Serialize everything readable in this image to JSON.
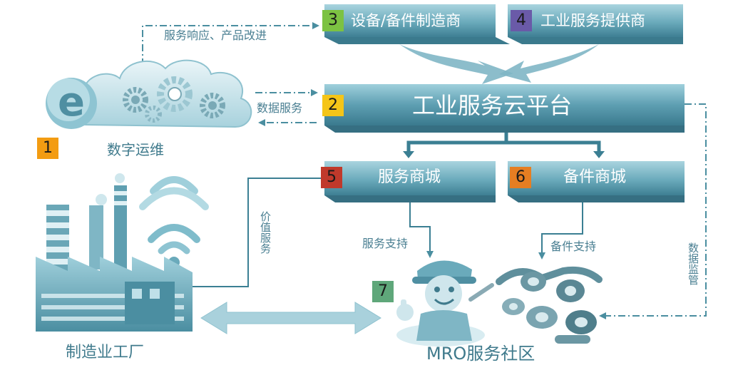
{
  "nodes": {
    "digital_ops": {
      "num": "1",
      "label": "数字运维",
      "badge_color": "#f39c12"
    },
    "cloud_platform": {
      "num": "2",
      "label": "工业服务云平台",
      "badge_color": "#f5c518"
    },
    "equipment_maker": {
      "num": "3",
      "label": "设备/备件制造商",
      "badge_color": "#7cc242"
    },
    "service_provider": {
      "num": "4",
      "label": "工业服务提供商",
      "badge_color": "#6a5aa8"
    },
    "service_mall": {
      "num": "5",
      "label": "服务商城",
      "badge_color": "#c0392b"
    },
    "parts_mall": {
      "num": "6",
      "label": "备件商城",
      "badge_color": "#e67e22"
    },
    "mro_community": {
      "num": "7",
      "label": "MRO服务社区",
      "badge_color": "#5fa77a"
    },
    "factory": {
      "label": "制造业工厂"
    }
  },
  "edges": {
    "response_improve": "服务响应、产品改进",
    "data_service": "数据服务",
    "value_service": "价值服务",
    "service_support": "服务支持",
    "parts_support": "备件支持",
    "data_monitor": "数据监管"
  }
}
